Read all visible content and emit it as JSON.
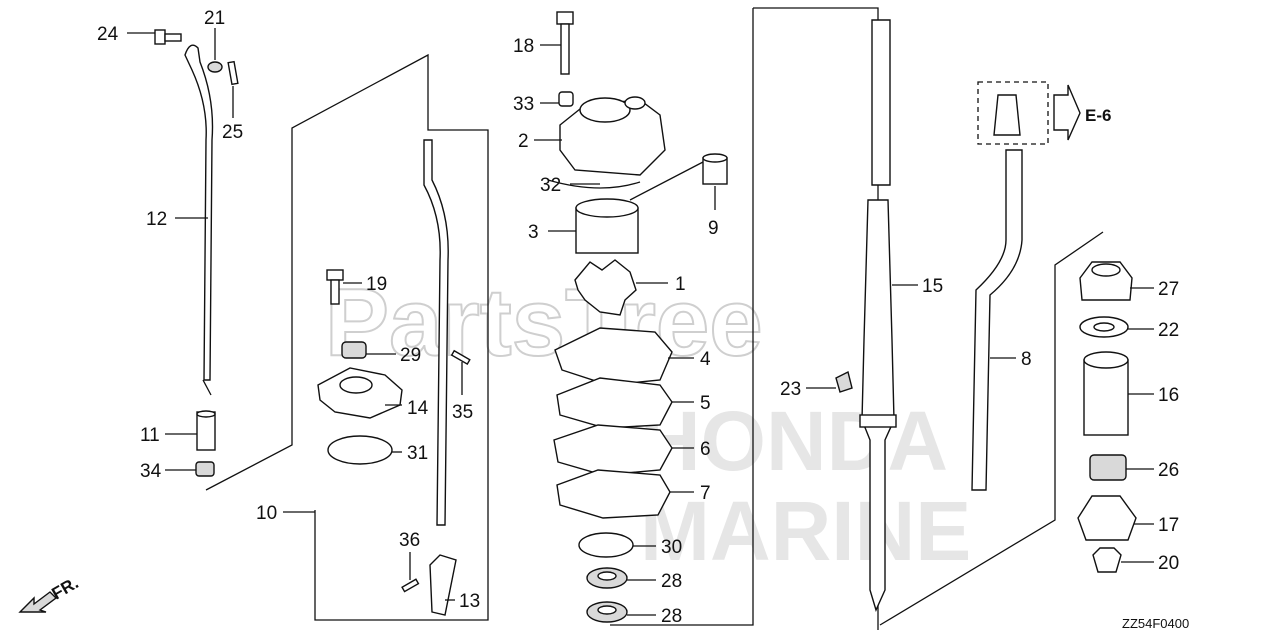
{
  "watermark": {
    "brand": "PartsTree",
    "mark_line1": "HONDA",
    "mark_line2": "MARINE"
  },
  "diagram_code": "ZZ54F0400",
  "direction_label": "FR.",
  "reference": {
    "label": "E-6"
  },
  "callouts": {
    "c1": "1",
    "c2": "2",
    "c3": "3",
    "c4": "4",
    "c5": "5",
    "c6": "6",
    "c7": "7",
    "c8": "8",
    "c9": "9",
    "c10": "10",
    "c11": "11",
    "c12": "12",
    "c13": "13",
    "c14": "14",
    "c15": "15",
    "c16": "16",
    "c17": "17",
    "c18": "18",
    "c19": "19",
    "c20": "20",
    "c21": "21",
    "c22": "22",
    "c23": "23",
    "c24": "24",
    "c25": "25",
    "c26": "26",
    "c27": "27",
    "c28a": "28",
    "c28b": "28",
    "c29": "29",
    "c30": "30",
    "c31": "31",
    "c32": "32",
    "c33": "33",
    "c34": "34",
    "c35": "35",
    "c36": "36"
  }
}
